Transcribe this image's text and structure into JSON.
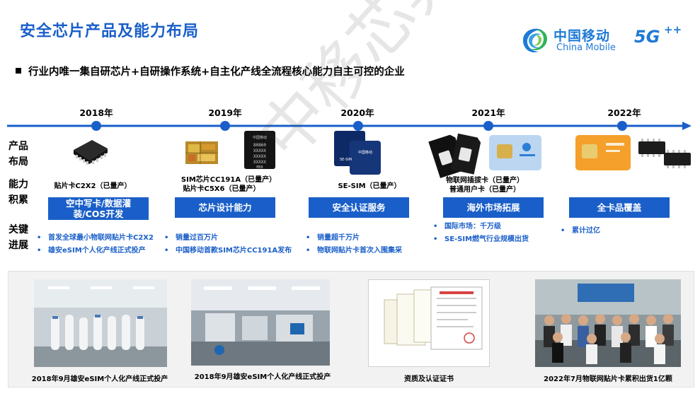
{
  "header": {
    "title": "安全芯片产品及能力布局",
    "subtitle": "行业内唯一集自研芯片+自研操作系统+自主化产线全流程核心能力自主可控的企业"
  },
  "logo": {
    "cn": "中国移动",
    "en": "China Mobile",
    "fiveg": "5G"
  },
  "row_labels": {
    "product": "产品布局",
    "capability": "能力积累",
    "progress": "关键进展"
  },
  "timeline": {
    "years": [
      "2018年",
      "2019年",
      "2020年",
      "2021年",
      "2022年"
    ]
  },
  "products": {
    "p2018": "贴片卡C2X2（已量产）",
    "p2019a": "SIM芯片CC191A（已量产）",
    "p2019b": "贴片卡C5X6（已量产）",
    "p2020": "SE-SIM（已量产）",
    "p2021a": "物联网插拔卡（已量产）",
    "p2021b": "普通用户卡（已量产）",
    "chip_text_2019": "80860 XXXXX XXXXX XXXXX M50",
    "chip_brand": "中国移动",
    "chip_se": "SE-SIM"
  },
  "capabilities": {
    "c2018": "空中写卡/数据灌装/COS开发",
    "c2019": "芯片设计能力",
    "c2020": "安全认证服务",
    "c2021": "海外市场拓展",
    "c2022": "全卡品覆盖"
  },
  "progress": {
    "y2018": [
      "首发全球最小物联网贴片卡C2X2",
      "雄安eSIM个人化产线正式投产"
    ],
    "y2019": [
      "销量过百万片",
      "中国移动首款SIM芯片CC191A发布"
    ],
    "y2020": [
      "销量超千万片",
      "物联网贴片卡首次入围集采"
    ],
    "y2021": [
      "国际市场：千万级",
      "SE-SIM燃气行业规模出货"
    ],
    "y2022": [
      "累计过亿"
    ]
  },
  "photos": {
    "captions": [
      "2018年9月雄安eSIM个人化产线正式投产",
      "2018年9月雄安eSIM个人化产线正式投产",
      "资质及认证证书",
      "2022年7月物联网贴片卡累积出货1亿颗"
    ]
  },
  "watermark": "中移芯昇",
  "colors": {
    "brand_blue": "#1a5fc9",
    "logo_blue": "#1f7ad6"
  },
  "icons": [
    "china-mobile-logo-icon",
    "bullet-square-icon",
    "timeline-arrow-icon",
    "chip-package-icon",
    "sim-card-icon"
  ]
}
